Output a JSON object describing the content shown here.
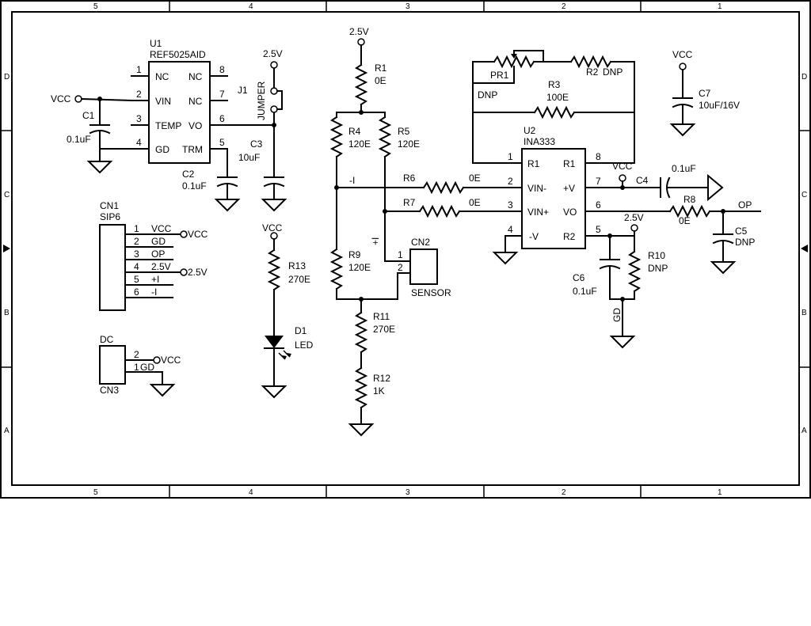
{
  "frame": {
    "cols": [
      "5",
      "4",
      "3",
      "2",
      "1"
    ],
    "rows": [
      "D",
      "C",
      "B",
      "A"
    ]
  },
  "u1": {
    "ref": "U1",
    "part": "REF5025AID",
    "pins_left": [
      {
        "num": "1",
        "name": "NC"
      },
      {
        "num": "2",
        "name": "VIN"
      },
      {
        "num": "3",
        "name": "TEMP"
      },
      {
        "num": "4",
        "name": "GD"
      }
    ],
    "pins_right": [
      {
        "num": "8",
        "name": "NC"
      },
      {
        "num": "7",
        "name": "NC"
      },
      {
        "num": "6",
        "name": "VO"
      },
      {
        "num": "5",
        "name": "TRM"
      }
    ]
  },
  "u2": {
    "ref": "U2",
    "part": "INA333",
    "pins_left": [
      {
        "num": "1",
        "name": "R1"
      },
      {
        "num": "2",
        "name": "VIN-"
      },
      {
        "num": "3",
        "name": "VIN+"
      },
      {
        "num": "4",
        "name": "-V"
      }
    ],
    "pins_right": [
      {
        "num": "8",
        "name": "R1"
      },
      {
        "num": "7",
        "name": "+V"
      },
      {
        "num": "6",
        "name": "VO"
      },
      {
        "num": "5",
        "name": "R2"
      }
    ]
  },
  "components": {
    "c1": {
      "ref": "C1",
      "value": "0.1uF"
    },
    "c2": {
      "ref": "C2",
      "value": "0.1uF"
    },
    "c3": {
      "ref": "C3",
      "value": "10uF"
    },
    "c4": {
      "ref": "C4",
      "value": "0.1uF"
    },
    "c5": {
      "ref": "C5",
      "value": "DNP"
    },
    "c6": {
      "ref": "C6",
      "value": "0.1uF"
    },
    "c7": {
      "ref": "C7",
      "value": "10uF/16V"
    },
    "r1": {
      "ref": "R1",
      "value": "0E"
    },
    "r4": {
      "ref": "R4",
      "value": "120E"
    },
    "r5": {
      "ref": "R5",
      "value": "120E"
    },
    "r6": {
      "ref": "R6",
      "value": "0E"
    },
    "r7": {
      "ref": "R7",
      "value": "0E"
    },
    "r9": {
      "ref": "R9",
      "value": "120E"
    },
    "r11": {
      "ref": "R11",
      "value": "270E"
    },
    "r12": {
      "ref": "R12",
      "value": "1K"
    },
    "r13": {
      "ref": "R13",
      "value": "270E"
    },
    "r2": {
      "ref": "R2",
      "value": "DNP"
    },
    "r3": {
      "ref": "R3",
      "value": "100E"
    },
    "r8": {
      "ref": "R8",
      "value": "0E"
    },
    "r10": {
      "ref": "R10",
      "value": "DNP"
    },
    "pr1": {
      "ref": "PR1",
      "value": "DNP"
    },
    "d1": {
      "ref": "D1",
      "value": "LED"
    },
    "j1": {
      "ref": "J1",
      "value": "JUMPER"
    }
  },
  "cn1": {
    "ref": "CN1",
    "part": "SIP6",
    "pins": [
      {
        "num": "1",
        "name": "VCC"
      },
      {
        "num": "2",
        "name": "GD"
      },
      {
        "num": "3",
        "name": "OP"
      },
      {
        "num": "4",
        "name": "2.5V"
      },
      {
        "num": "5",
        "name": "+I"
      },
      {
        "num": "6",
        "name": "-I"
      }
    ]
  },
  "cn2": {
    "ref": "CN2",
    "value": "SENSOR",
    "pin1": "1",
    "pin2": "2"
  },
  "cn3": {
    "ref": "CN3",
    "part": "DC",
    "pin2": "2",
    "pin1": "1",
    "gnd": "GD"
  },
  "nets": {
    "vcc": "VCC",
    "v25": "2.5V",
    "op": "OP",
    "gd": "GD",
    "minus_i": "-I",
    "plus_i": "+I"
  }
}
